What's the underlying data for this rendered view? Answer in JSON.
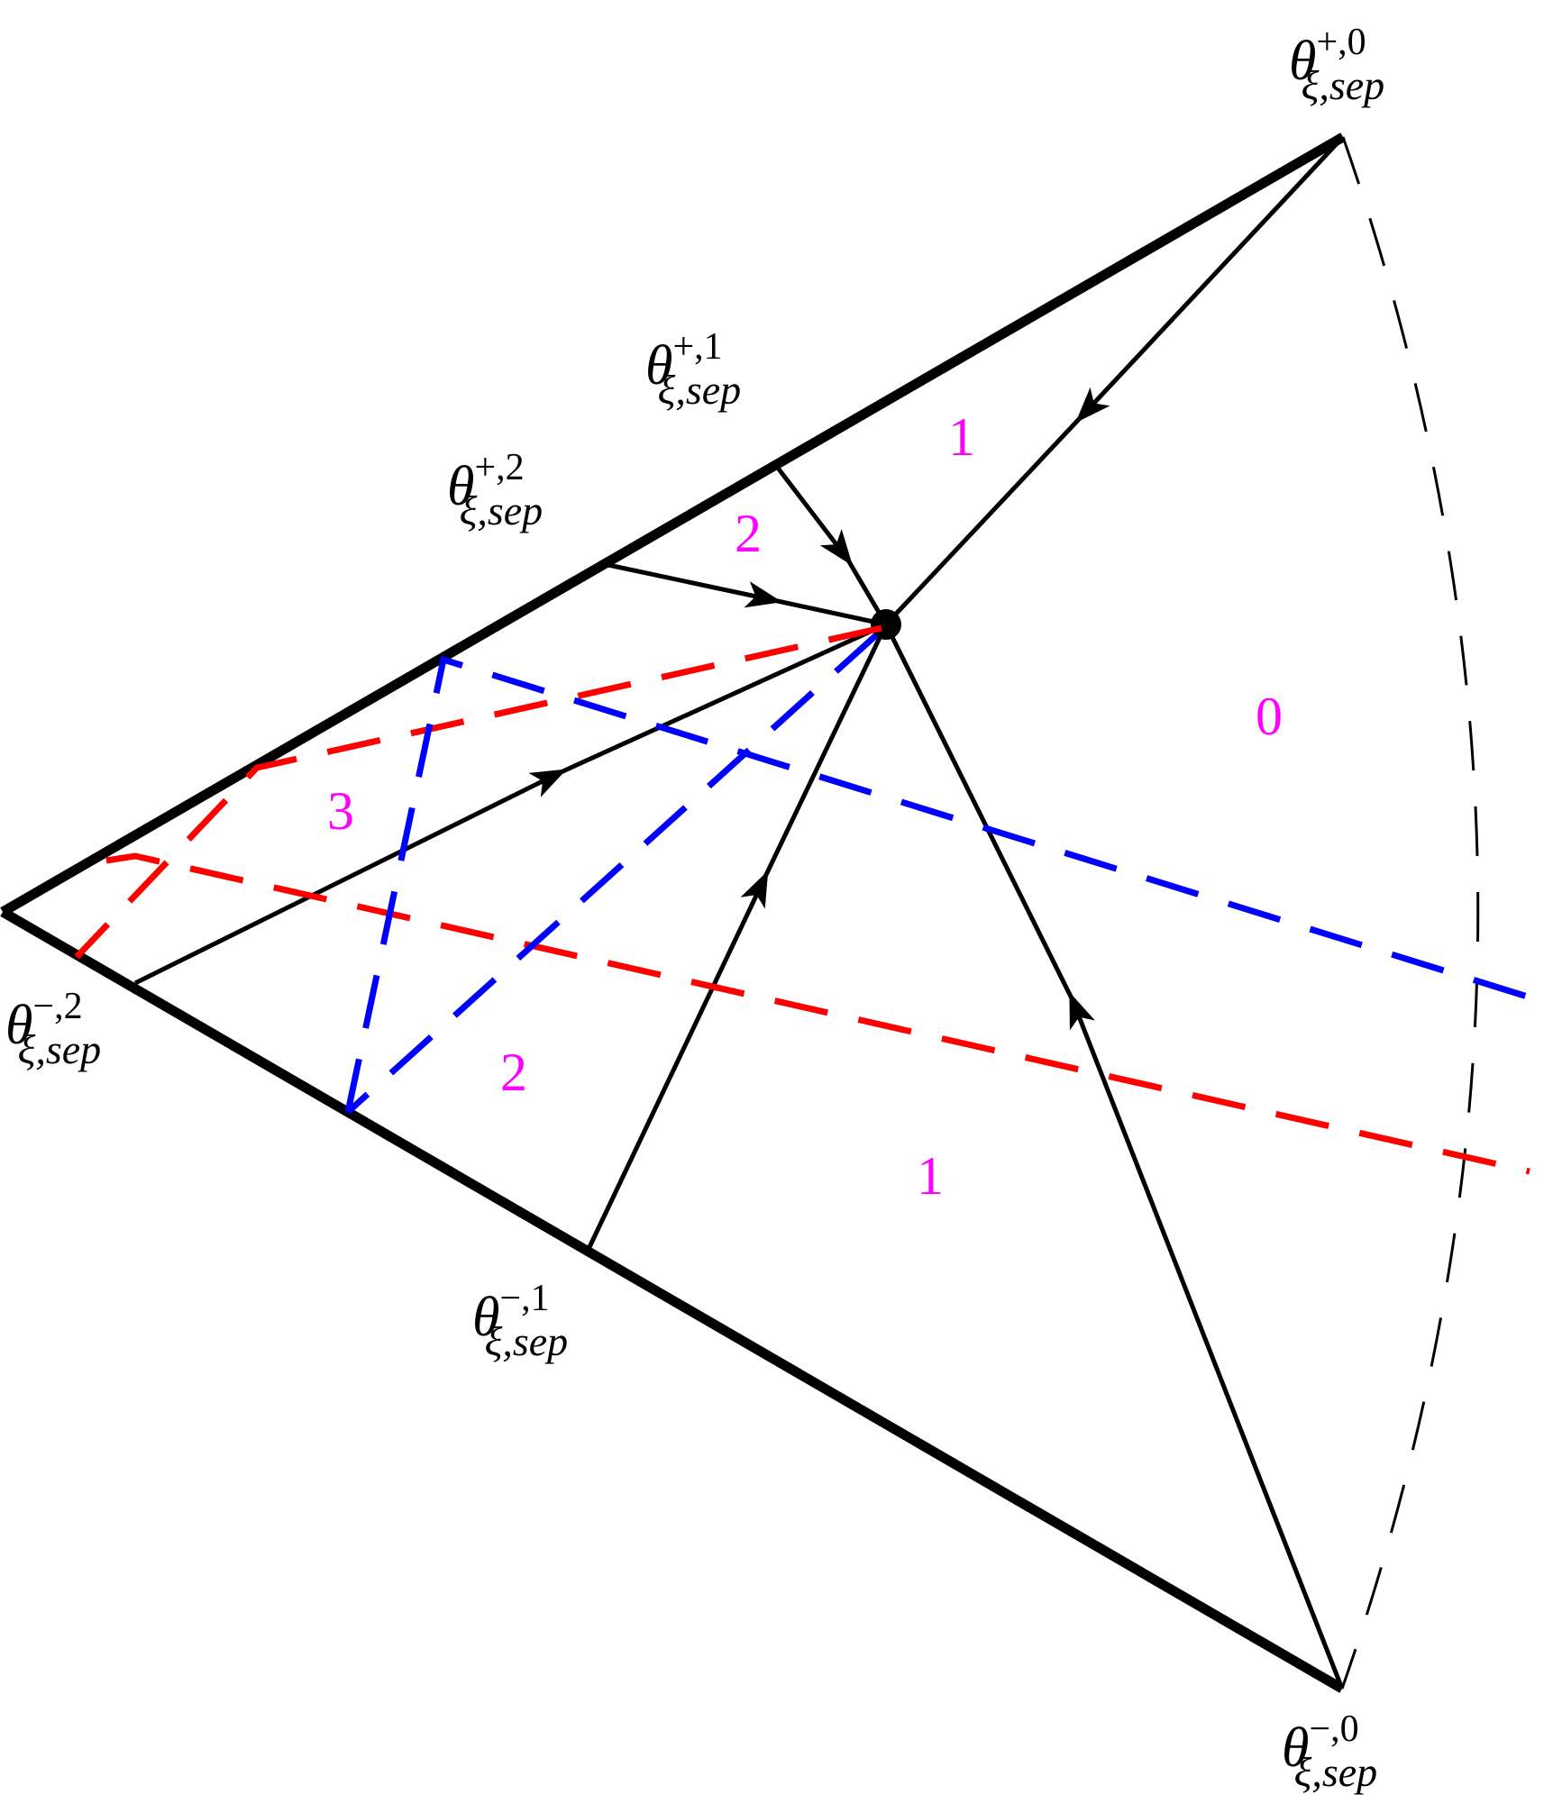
{
  "diagram": {
    "type": "sector phase diagram with separatrices",
    "vertex_labels": [
      {
        "id": "theta-plus-0",
        "base": "θ",
        "sup": "+,0",
        "sub": "ξ,sep"
      },
      {
        "id": "theta-plus-1",
        "base": "θ",
        "sup": "+,1",
        "sub": "ξ,sep"
      },
      {
        "id": "theta-plus-2",
        "base": "θ",
        "sup": "+,2",
        "sub": "ξ,sep"
      },
      {
        "id": "theta-minus-2",
        "base": "θ",
        "sup": "−,2",
        "sub": "ξ,sep"
      },
      {
        "id": "theta-minus-1",
        "base": "θ",
        "sup": "−,1",
        "sub": "ξ,sep"
      },
      {
        "id": "theta-minus-0",
        "base": "θ",
        "sup": "−,0",
        "sub": "ξ,sep"
      }
    ],
    "region_labels": [
      {
        "id": "region-1-upper",
        "text": "1"
      },
      {
        "id": "region-2-upper",
        "text": "2"
      },
      {
        "id": "region-0",
        "text": "0"
      },
      {
        "id": "region-3",
        "text": "3"
      },
      {
        "id": "region-2-lower",
        "text": "2"
      },
      {
        "id": "region-1-lower",
        "text": "1"
      }
    ],
    "colors": {
      "boundary": "#000000",
      "separatrix": "#000000",
      "red_dashed": "#ff0000",
      "blue_dashed": "#0000ff",
      "region_text": "#ff00ff"
    }
  }
}
